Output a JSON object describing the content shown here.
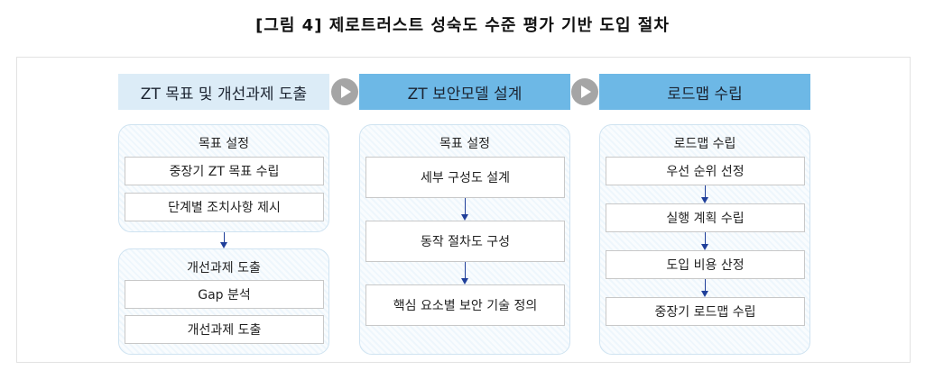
{
  "title": "[그림 4] 제로트러스트 성숙도 수준 평가 기반 도입 절차",
  "columns": [
    {
      "header": "ZT 목표 및 개선과제 도출",
      "groups": [
        {
          "title": "목표 설정",
          "items": [
            "중장기 ZT 목표 수립",
            "단계별 조치사항 제시"
          ]
        },
        {
          "title": "개선과제 도출",
          "items": [
            "Gap 분석",
            "개선과제 도출"
          ]
        }
      ]
    },
    {
      "header": "ZT 보안모델 설계",
      "groups": [
        {
          "title": "목표 설정",
          "items": [
            "세부 구성도 설계",
            "동작 절차도 구성",
            "핵심 요소별 보안 기술 정의"
          ]
        }
      ]
    },
    {
      "header": "로드맵 수립",
      "groups": [
        {
          "title": "로드맵 수립",
          "items": [
            "우선 순위 선정",
            "실행 계획 수립",
            "도입 비용 산정",
            "중장기 로드맵 수립"
          ]
        }
      ]
    }
  ],
  "colors": {
    "header_light": "#dcecf7",
    "header_accent": "#6db8e6",
    "arrow": "#1f3f9a",
    "connector": "#a5a5a5"
  }
}
